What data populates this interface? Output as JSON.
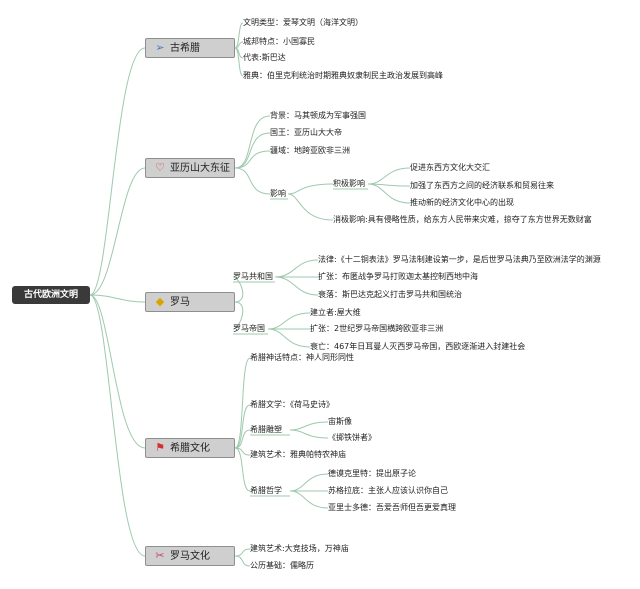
{
  "root": "古代欧洲文明",
  "greece": {
    "title": "古希腊",
    "icon": "paper-plane-icon",
    "items": [
      "文明类型：爱琴文明（海洋文明）",
      "城邦特点：小国寡民",
      "代表:斯巴达",
      "雅典：伯里克利统治时期雅典奴隶制民主政治发展到高峰"
    ]
  },
  "alexander": {
    "title": "亚历山大东征",
    "icon": "heart-icon",
    "background": "背景：马其顿成为军事强国",
    "king": "国王：亚历山大大帝",
    "territory": "疆域：地跨亚欧非三洲",
    "influence_label": "影响",
    "positive_label": "积极影响",
    "positive": [
      "促进东西方文化大交汇",
      "加强了东西方之间的经济联系和贸易往来",
      "推动新的经济文化中心的出现"
    ],
    "negative": "消极影响:具有侵略性质，给东方人民带来灾难，掠夺了东方世界无数财富"
  },
  "rome": {
    "title": "罗马",
    "icon": "diamond-icon",
    "republic": {
      "label": "罗马共和国",
      "items": [
        "法律:《十二铜表法》罗马法制建设第一步，是后世罗马法典乃至欧洲法学的渊源",
        "扩张：布匿战争罗马打败迦太基控制西地中海",
        "衰落：斯巴达克起义打击罗马共和国统治"
      ]
    },
    "empire": {
      "label": "罗马帝国",
      "items": [
        "建立者:屋大维",
        "扩张：2世纪罗马帝国横跨欧亚非三洲",
        "衰亡：467年日耳曼人灭西罗马帝国，西欧逐渐进入封建社会"
      ]
    }
  },
  "greek_culture": {
    "title": "希腊文化",
    "icon": "flag-icon",
    "myth": "希腊神话特点：神人同形同性",
    "literature": "希腊文学：《荷马史诗》",
    "sculpture_label": "希腊雕塑",
    "sculptures": [
      "宙斯像",
      "《掷铁饼者》"
    ],
    "architecture": "建筑艺术：雅典帕特农神庙",
    "philosophy_label": "希腊哲学",
    "philosophers": [
      "德谟克里特：提出原子论",
      "苏格拉底：主张人应该认识你自己",
      "亚里士多德：吾爱吾师但吾更爱真理"
    ]
  },
  "roman_culture": {
    "title": "罗马文化",
    "icon": "puzzle-icon",
    "items": [
      "建筑艺术:大竞技场，万神庙",
      "公历基础：儒略历"
    ]
  },
  "colors": {
    "line": "#9ec9ad",
    "root_bg": "#3a3a3a",
    "branch_bg": "#cfcfcf",
    "icon_blue": "#4a78c8",
    "icon_red": "#d23030",
    "icon_gold": "#d8a400",
    "icon_pink": "#c8407a"
  }
}
